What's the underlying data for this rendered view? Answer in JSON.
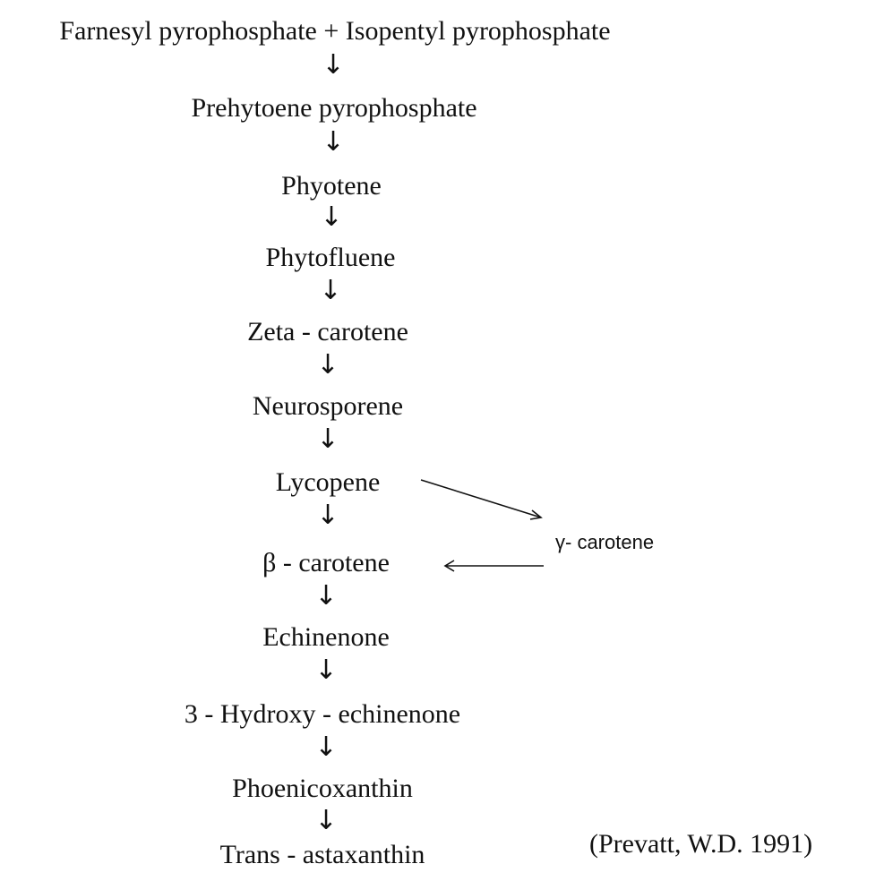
{
  "pathway": {
    "main_steps": [
      "Farnesyl pyrophosphate + Isopentyl pyrophosphate",
      "Prehytoene pyrophosphate",
      "Phyotene",
      "Phytofluene",
      "Zeta - carotene",
      "Neurosporene",
      "Lycopene",
      "β - carotene",
      "Echinenone",
      "3 - Hydroxy - echinenone",
      "Phoenicoxanthin",
      "Trans - astaxanthin"
    ],
    "arrow_glyph": "↓",
    "side_branch": {
      "label": "γ- carotene",
      "from": "Lycopene",
      "to": "β - carotene"
    }
  },
  "citation": "(Prevatt, W.D. 1991)",
  "colors": {
    "text": "#111111",
    "background": "#ffffff"
  }
}
